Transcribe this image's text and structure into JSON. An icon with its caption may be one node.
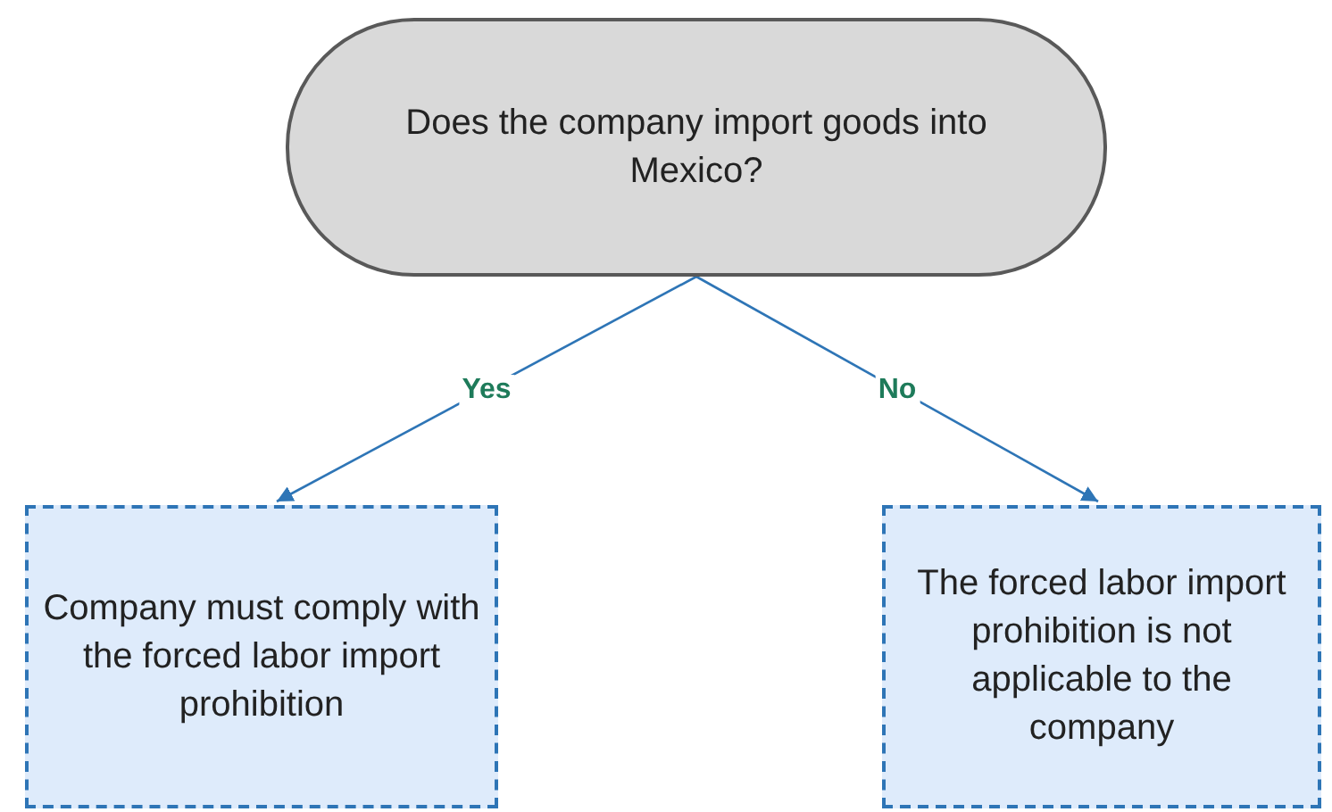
{
  "diagram": {
    "nodes": [
      {
        "text": [
          "Does the company import goods into Mexico?"
        ]
      },
      {
        "text": [
          "Company must comply with the forced labor import prohibition"
        ]
      },
      {
        "text": [
          "The forced labor import prohibition is not applicable to the company"
        ]
      }
    ],
    "edges": [
      {
        "from": 0,
        "to": 1,
        "arrow": "to",
        "label": "Yes"
      },
      {
        "from": 0,
        "to": 2,
        "arrow": "to",
        "label": "No"
      }
    ]
  }
}
